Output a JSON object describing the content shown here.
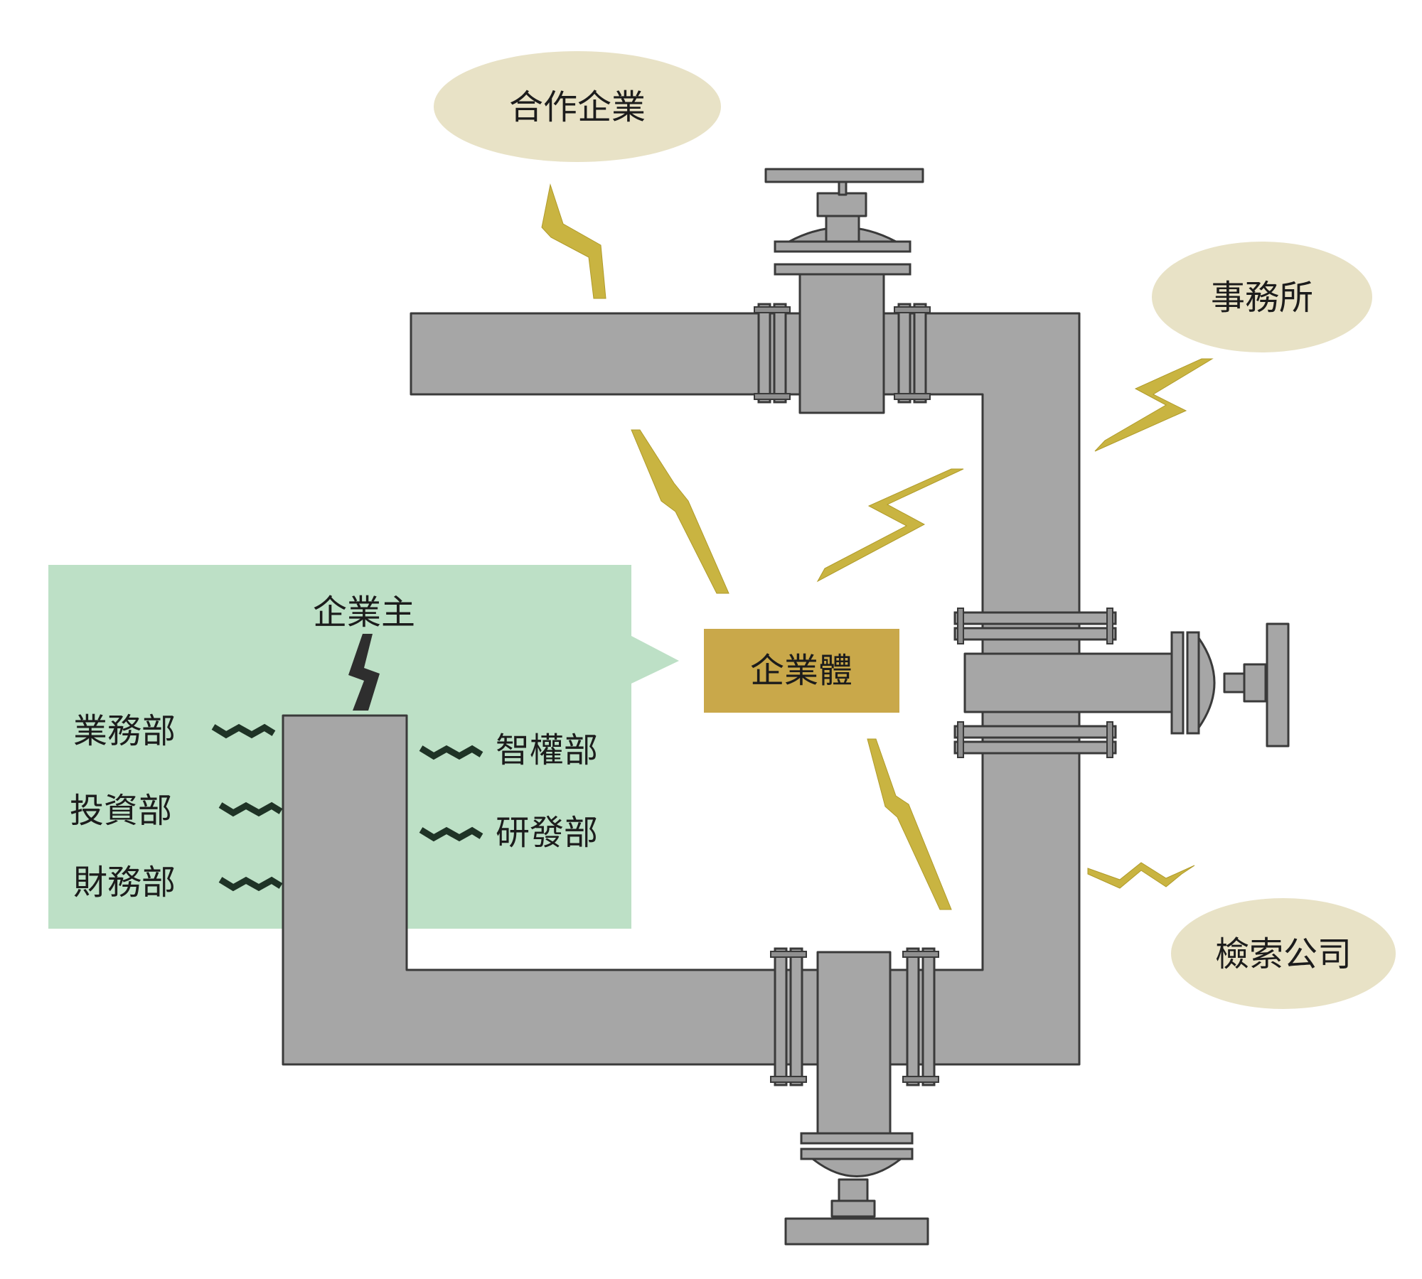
{
  "nodes": {
    "partner": "合作企業",
    "office": "事務所",
    "search_company": "檢索公司",
    "enterprise": "企業體",
    "owner": "企業主"
  },
  "departments": {
    "left": [
      "業務部",
      "投資部",
      "財務部"
    ],
    "right": [
      "智權部",
      "研發部"
    ]
  },
  "colors": {
    "pipe": "#a6a6a6",
    "oval": "#e8e2c6",
    "callout": "#bde0c6",
    "enterprise_box": "#c9a84a",
    "lightning": "#c9b441"
  }
}
